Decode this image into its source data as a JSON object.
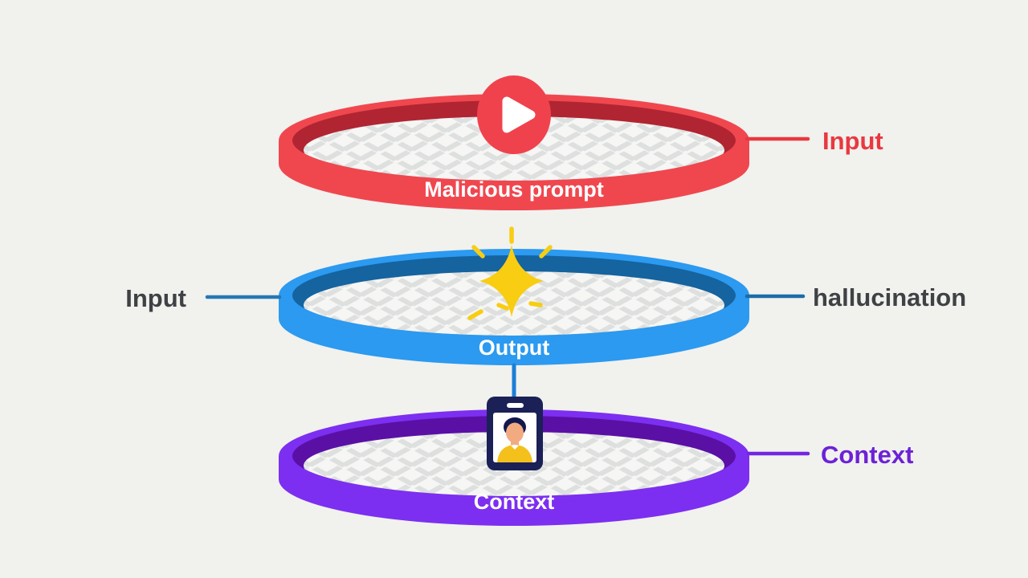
{
  "canvas": {
    "background": "#f1f1ee"
  },
  "diagram": {
    "rings": [
      {
        "id": "malicious-prompt",
        "label": "Malicious prompt",
        "colors": {
          "front": "#f0474f",
          "inner": "#b02531"
        },
        "icon": "play-icon",
        "right_label": {
          "text": "Input",
          "color": "#e9383f",
          "line_color": "#e9383f"
        }
      },
      {
        "id": "output",
        "label": "Output",
        "colors": {
          "front": "#2b9af0",
          "inner": "#15639f"
        },
        "icon": "sparkle-icon",
        "left_label": {
          "text": "Input",
          "color": "#3e4245",
          "line_color": "#2578b5"
        },
        "right_label": {
          "text": "hallucination",
          "color": "#3e4245",
          "line_color": "#1a6ca8"
        },
        "down_connector_color": "#1d7fd8"
      },
      {
        "id": "context",
        "label": "Context",
        "colors": {
          "front": "#7c2ff0",
          "inner": "#5a10a5"
        },
        "icon": "id-badge-icon",
        "right_label": {
          "text": "Context",
          "color": "#6d21d6",
          "line_color": "#7325e0"
        }
      }
    ],
    "icons": {
      "play": {
        "circle": "#f0424d",
        "glyph": "#ffffff"
      },
      "sparkle": {
        "color": "#f8cd12"
      },
      "badge": {
        "body": "#1b2057",
        "slot": "#ffffff",
        "photo_bg": "#ffffff",
        "hair": "#12174e",
        "skin": "#f2ab80",
        "shirt": "#f4c01c",
        "collar": "#ffffff"
      }
    },
    "mesh": {
      "bg": "#f6f6f4",
      "line": "#dde0df"
    }
  }
}
